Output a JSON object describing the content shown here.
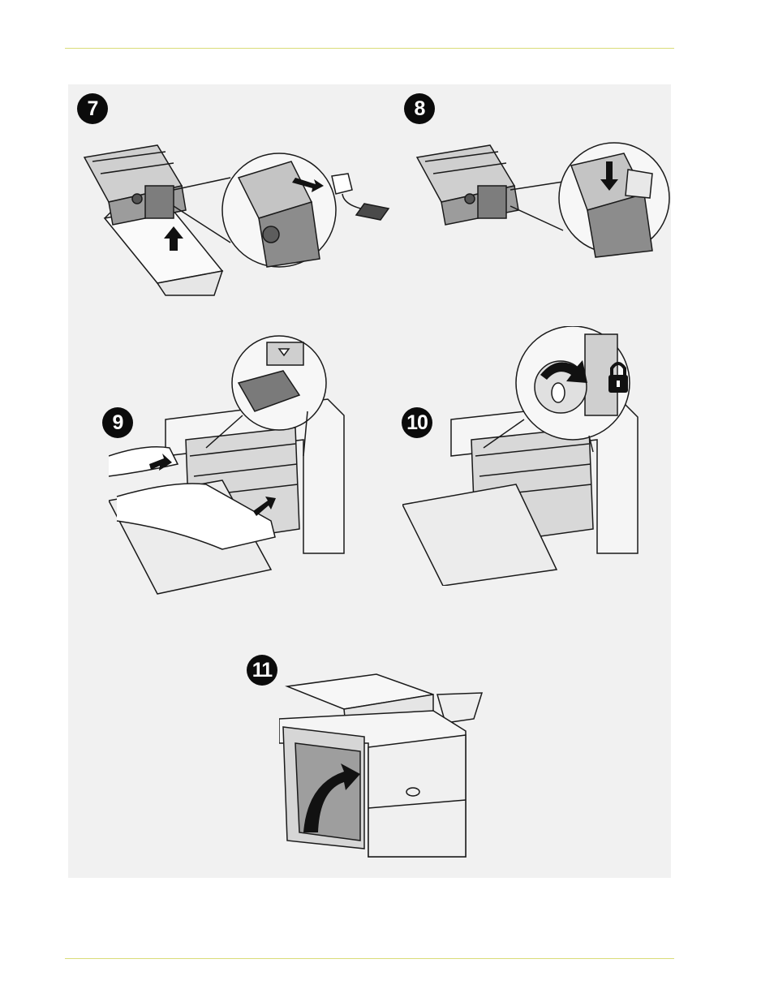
{
  "steps": [
    {
      "id": "step-7",
      "number": "7"
    },
    {
      "id": "step-8",
      "number": "8"
    },
    {
      "id": "step-9",
      "number": "9"
    },
    {
      "id": "step-10",
      "number": "10"
    },
    {
      "id": "step-11",
      "number": "11"
    }
  ],
  "colors": {
    "rule": "#d9dc78",
    "panel": "#f1f1f1",
    "ink": "#1a1a1a",
    "badge": "#0b0b0b"
  },
  "icons": [
    "up-arrow-icon",
    "right-arrow-icon",
    "down-arrow-icon",
    "rotate-arrow-icon",
    "lock-icon",
    "curved-arrow-icon"
  ]
}
